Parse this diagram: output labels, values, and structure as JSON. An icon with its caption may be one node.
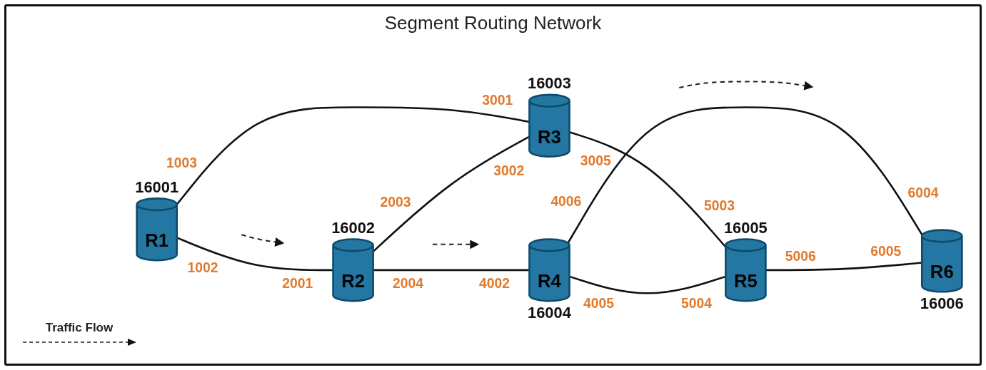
{
  "diagram": {
    "title": "Segment Routing Network",
    "nodes": [
      {
        "text": [
          "R1"
        ],
        "beside": [
          "16001",
          "1002",
          "1003"
        ]
      },
      {
        "text": [
          "R2"
        ],
        "beside": [
          "16002",
          "2001",
          "2003",
          "2004"
        ]
      },
      {
        "text": [
          "R3"
        ],
        "beside": [
          "16003",
          "3001",
          "3002",
          "3005"
        ]
      },
      {
        "text": [
          "R4"
        ],
        "beside": [
          "16004",
          "4002",
          "4005",
          "4006"
        ]
      },
      {
        "text": [
          "R5"
        ],
        "beside": [
          "16005",
          "5003",
          "5004",
          "5006"
        ]
      },
      {
        "text": [
          "R6"
        ],
        "beside": [
          "16006",
          "6004",
          "6005"
        ]
      }
    ],
    "edges": [
      {
        "from": 0,
        "to": 1,
        "arrow": "none"
      },
      {
        "from": 0,
        "to": 2,
        "arrow": "none"
      },
      {
        "from": 1,
        "to": 2,
        "arrow": "none"
      },
      {
        "from": 1,
        "to": 3,
        "arrow": "none"
      },
      {
        "from": 2,
        "to": 4,
        "arrow": "none"
      },
      {
        "from": 3,
        "to": 4,
        "arrow": "none"
      },
      {
        "from": 3,
        "to": 5,
        "arrow": "none"
      },
      {
        "from": 4,
        "to": 5,
        "arrow": "none"
      }
    ],
    "legend": [
      {
        "text": "Traffic Flow"
      }
    ]
  }
}
